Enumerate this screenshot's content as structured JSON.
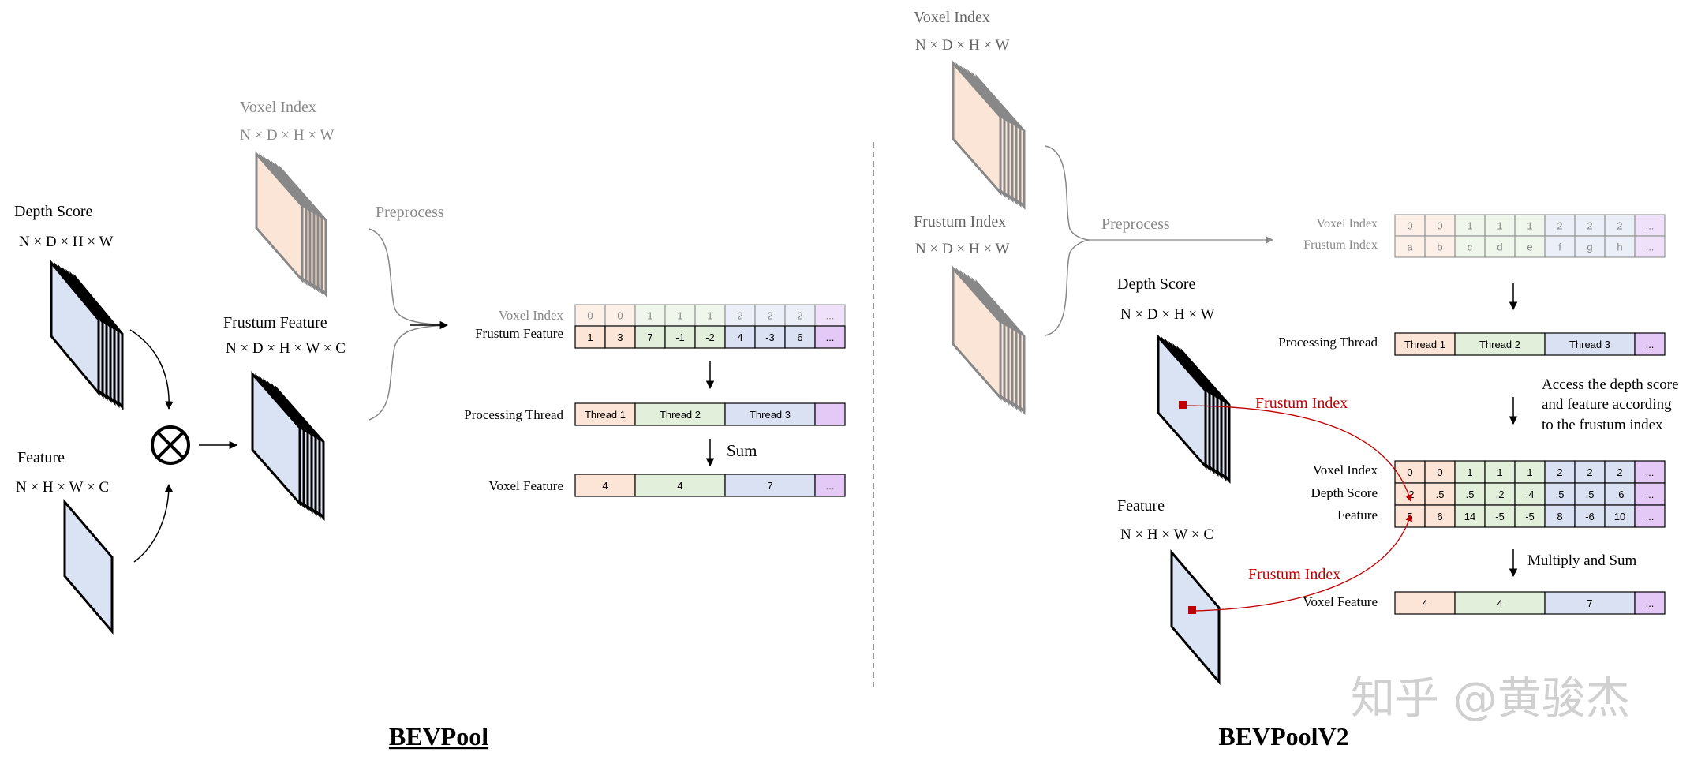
{
  "left": {
    "title": "BEVPool",
    "depth_score": {
      "label": "Depth Score",
      "shape": "N × D × H × W"
    },
    "feature": {
      "label": "Feature",
      "shape": "N × H × W × C"
    },
    "voxel_index": {
      "label": "Voxel Index",
      "shape": "N × D × H × W"
    },
    "frustum_feature": {
      "label": "Frustum Feature",
      "shape": "N × D × H × W × C"
    },
    "preprocess": "Preprocess",
    "table": {
      "voxel_index_label": "Voxel Index",
      "voxel_index_values": [
        "0",
        "0",
        "1",
        "1",
        "1",
        "2",
        "2",
        "2",
        "..."
      ],
      "frustum_feature_label": "Frustum Feature",
      "frustum_feature_values": [
        "1",
        "3",
        "7",
        "-1",
        "-2",
        "4",
        "-3",
        "6",
        "..."
      ],
      "processing_thread_label": "Processing Thread",
      "threads": [
        "Thread 1",
        "Thread 2",
        "Thread 3",
        ""
      ],
      "sum_label": "Sum",
      "voxel_feature_label": "Voxel Feature",
      "voxel_feature_values": [
        "4",
        "4",
        "7",
        "..."
      ]
    }
  },
  "right": {
    "title": "BEVPoolV2",
    "voxel_index": {
      "label": "Voxel Index",
      "shape": "N × D × H × W"
    },
    "frustum_index": {
      "label": "Frustum Index",
      "shape": "N × D × H × W"
    },
    "preprocess": "Preprocess",
    "depth_score": {
      "label": "Depth Score",
      "shape": "N × D × H × W"
    },
    "feature": {
      "label": "Feature",
      "shape": "N × H × W × C"
    },
    "frustum_index_arrow_label": "Frustum Index",
    "access_note": [
      "Access the depth score",
      "and feature according",
      "to the frustum index"
    ],
    "multiply_sum_label": "Multiply and Sum",
    "table": {
      "voxel_index_label": "Voxel Index",
      "voxel_index_values": [
        "0",
        "0",
        "1",
        "1",
        "1",
        "2",
        "2",
        "2",
        "..."
      ],
      "frustum_index_label": "Frustum Index",
      "frustum_index_values": [
        "a",
        "b",
        "c",
        "d",
        "e",
        "f",
        "g",
        "h",
        "..."
      ],
      "processing_thread_label": "Processing Thread",
      "threads": [
        "Thread 1",
        "Thread 2",
        "Thread 3",
        "..."
      ],
      "voxel_index2_label": "Voxel Index",
      "voxel_index2_values": [
        "0",
        "0",
        "1",
        "1",
        "1",
        "2",
        "2",
        "2",
        "..."
      ],
      "depth_score_label": "Depth Score",
      "depth_score_values": [
        ".2",
        ".5",
        ".5",
        ".2",
        ".4",
        ".5",
        ".5",
        ".6",
        "..."
      ],
      "feature_label": "Feature",
      "feature_values": [
        "5",
        "6",
        "14",
        "-5",
        "-5",
        "8",
        "-6",
        "10",
        "..."
      ],
      "voxel_feature_label": "Voxel Feature",
      "voxel_feature_values": [
        "4",
        "4",
        "7",
        "..."
      ]
    }
  },
  "watermark": "知乎 @黄骏杰",
  "colors": {
    "orange": "#fce4d6",
    "green": "#e2efda",
    "blue": "#d9e1f2",
    "purple": "#e4c8f5",
    "stack_blue": "#dae3f3",
    "stack_orange": "#fbe5d6",
    "red": "#c00000"
  }
}
